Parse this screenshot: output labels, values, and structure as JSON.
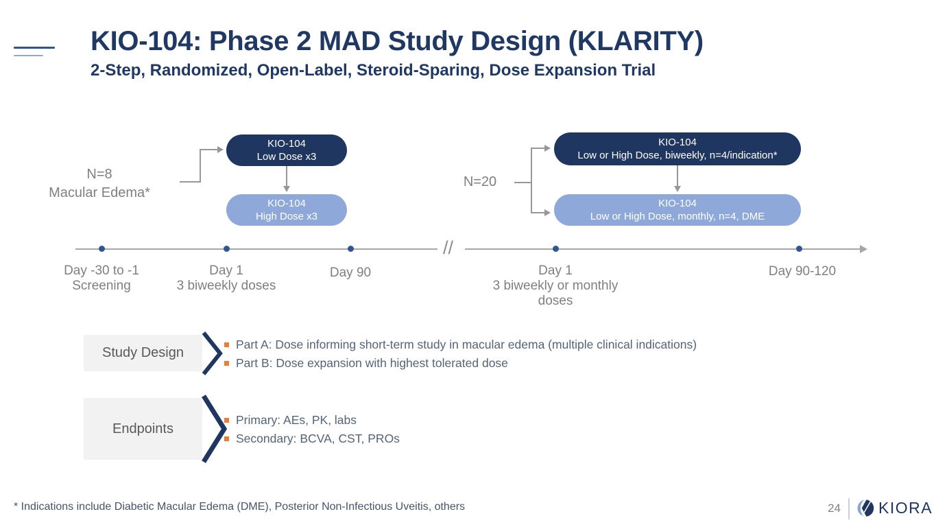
{
  "slide": {
    "title": "KIO-104: Phase 2 MAD Study Design (KLARITY)",
    "subtitle": "2-Step, Randomized, Open-Label, Steroid-Sparing, Dose Expansion Trial"
  },
  "diagram": {
    "part_a": {
      "cohort_line1": "N=8",
      "cohort_line2": "Macular Edema*",
      "box_dark": {
        "line1": "KIO-104",
        "line2": "Low Dose x3"
      },
      "box_light": {
        "line1": "KIO-104",
        "line2": "High Dose x3"
      }
    },
    "part_b": {
      "cohort_line1": "N=20",
      "box_dark": {
        "line1": "KIO-104",
        "line2": "Low or High Dose, biweekly, n=4/indication*"
      },
      "box_light": {
        "line1": "KIO-104",
        "line2": "Low or High Dose, monthly, n=4, DME"
      }
    },
    "timeline": {
      "break_mark": "//",
      "milestones": [
        {
          "line1": "Day -30 to -1",
          "line2": "Screening"
        },
        {
          "line1": "Day 1",
          "line2": "3 biweekly doses"
        },
        {
          "line1": "Day 90"
        },
        {
          "line1": "Day 1",
          "line2": "3 biweekly or monthly",
          "line3": "doses"
        },
        {
          "line1": "Day 90-120"
        }
      ]
    }
  },
  "sections": [
    {
      "label": "Study Design",
      "bullets": [
        "Part A: Dose informing short-term study in macular edema (multiple clinical indications)",
        "Part B: Dose expansion with highest tolerated dose"
      ]
    },
    {
      "label": "Endpoints",
      "bullets": [
        "Primary: AEs, PK, labs",
        "Secondary: BCVA, CST, PROs"
      ]
    }
  ],
  "footer": {
    "footnote": "* Indications include Diabetic Macular Edema (DME), Posterior Non-Infectious Uveitis, others",
    "page_number": "24",
    "logo_text": "KIORA"
  },
  "colors": {
    "dark_navy": "#1f3660",
    "light_blue": "#8ea9d9",
    "title_navy": "#203864",
    "accent_orange": "#ed7d31",
    "timeline_gray": "#a6a6a6",
    "dot_blue": "#2f5597",
    "muted_gray_text": "#7f7f7f",
    "body_text": "#546478",
    "label_box_bg": "#f2f2f2"
  }
}
